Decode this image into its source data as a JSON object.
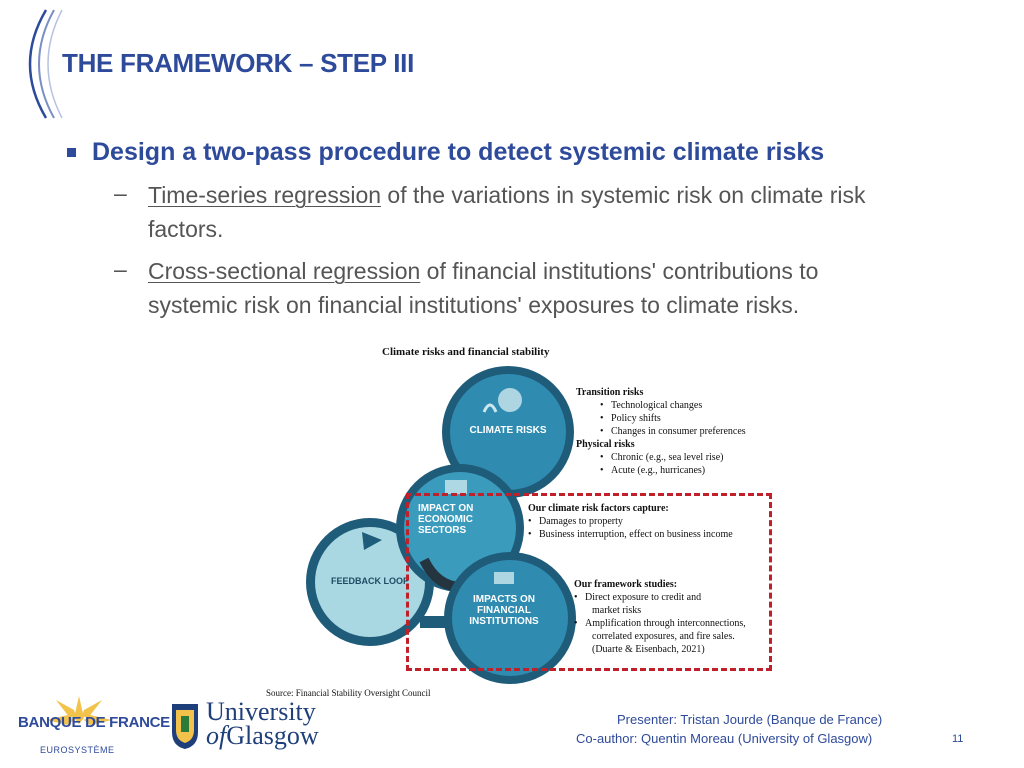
{
  "slide": {
    "title": "THE FRAMEWORK – STEP III",
    "heading": "Design a two-pass procedure to detect systemic climate risks",
    "bullets": [
      {
        "dash": "–",
        "link": "Time-series regression",
        "rest": " of the variations in systemic risk on climate risk",
        "line2": "factors."
      },
      {
        "dash": "–",
        "link": "Cross-sectional regression",
        "rest": " of financial institutions' contributions to",
        "line2": "systemic risk on financial institutions' exposures to climate risks."
      }
    ],
    "page_number": "11"
  },
  "figure": {
    "title": "Climate risks and financial stability",
    "circles": {
      "climate": "CLIMATE RISKS",
      "impact_sectors": [
        "IMPACT ON",
        "ECONOMIC",
        "SECTORS"
      ],
      "impacts_fi": [
        "IMPACTS ON",
        "FINANCIAL",
        "INSTITUTIONS"
      ],
      "feedback": "FEEDBACK LOOP"
    },
    "transition": {
      "heading": "Transition risks",
      "items": [
        "Technological changes",
        "Policy shifts",
        "Changes in consumer preferences"
      ]
    },
    "physical": {
      "heading": "Physical risks",
      "items": [
        "Chronic (e.g., sea level rise)",
        "Acute (e.g., hurricanes)"
      ]
    },
    "capture": {
      "heading": "Our climate risk factors capture:",
      "items": [
        "Damages to property",
        "Business interruption, effect on business income"
      ]
    },
    "studies": {
      "heading": "Our framework studies:",
      "item1": [
        "Direct exposure to credit and",
        "market risks"
      ],
      "item2": [
        "Amplification through interconnections,",
        "correlated exposures, and fire sales.",
        "(Duarte & Eisenbach, 2021)"
      ]
    },
    "source": "Source: Financial Stability Oversight Council",
    "colors": {
      "dark_teal": "#1f5c7a",
      "mid_teal": "#2f8cb0",
      "light_teal": "#a9d8e3",
      "dashed_box": "#c0202a"
    }
  },
  "footer": {
    "bdf_name": "BANQUE DE FRANCE",
    "bdf_sub": "EUROSYSTÈME",
    "glasgow_line1": "University",
    "glasgow_of": "of",
    "glasgow_line2": "Glasgow",
    "presenter": "Presenter: Tristan Jourde (Banque de France)",
    "coauthor": "Co-author: Quentin Moreau (University of Glasgow)"
  }
}
